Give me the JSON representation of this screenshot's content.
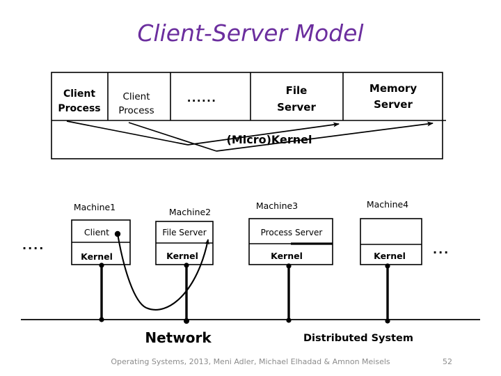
{
  "slide": {
    "title": "Client-Server Model",
    "title_color": "#6B2E9E",
    "background": "#ffffff",
    "stroke_color": "#000000"
  },
  "top_diagram": {
    "name": "microkernel-layer-diagram",
    "cells": [
      {
        "label_line1": "Client",
        "label_line2": "Process",
        "bold": true
      },
      {
        "label_line1": "Client",
        "label_line2": "Process",
        "bold": false
      },
      {
        "label_line1": "......",
        "label_line2": "",
        "bold": false
      },
      {
        "label_line1": "",
        "label_line2": "",
        "bold": false
      },
      {
        "label_line1": "File",
        "label_line2": "Server",
        "bold": true
      },
      {
        "label_line1": "Memory",
        "label_line2": "Server",
        "bold": true
      }
    ],
    "kernel_label": "(Micro)Kernel"
  },
  "bottom_diagram": {
    "name": "distributed-system-diagram",
    "left_ellipsis": "....",
    "right_ellipsis": "...",
    "machines": [
      {
        "title": "Machine1",
        "top_label": "Client",
        "bottom_label": "Kernel"
      },
      {
        "title": "Machine2",
        "top_label": "File Server",
        "bottom_label": "Kernel"
      },
      {
        "title": "Machine3",
        "top_label": "Process Server",
        "bottom_label": "Kernel"
      },
      {
        "title": "Machine4",
        "top_label": "",
        "bottom_label": "Kernel"
      }
    ],
    "network_label": "Network",
    "system_label": "Distributed System"
  },
  "footer": {
    "credit": "Operating Systems, 2013, Meni Adler, Michael Elhadad & Amnon Meisels",
    "page_number": "52",
    "color": "#8C8C8C"
  }
}
